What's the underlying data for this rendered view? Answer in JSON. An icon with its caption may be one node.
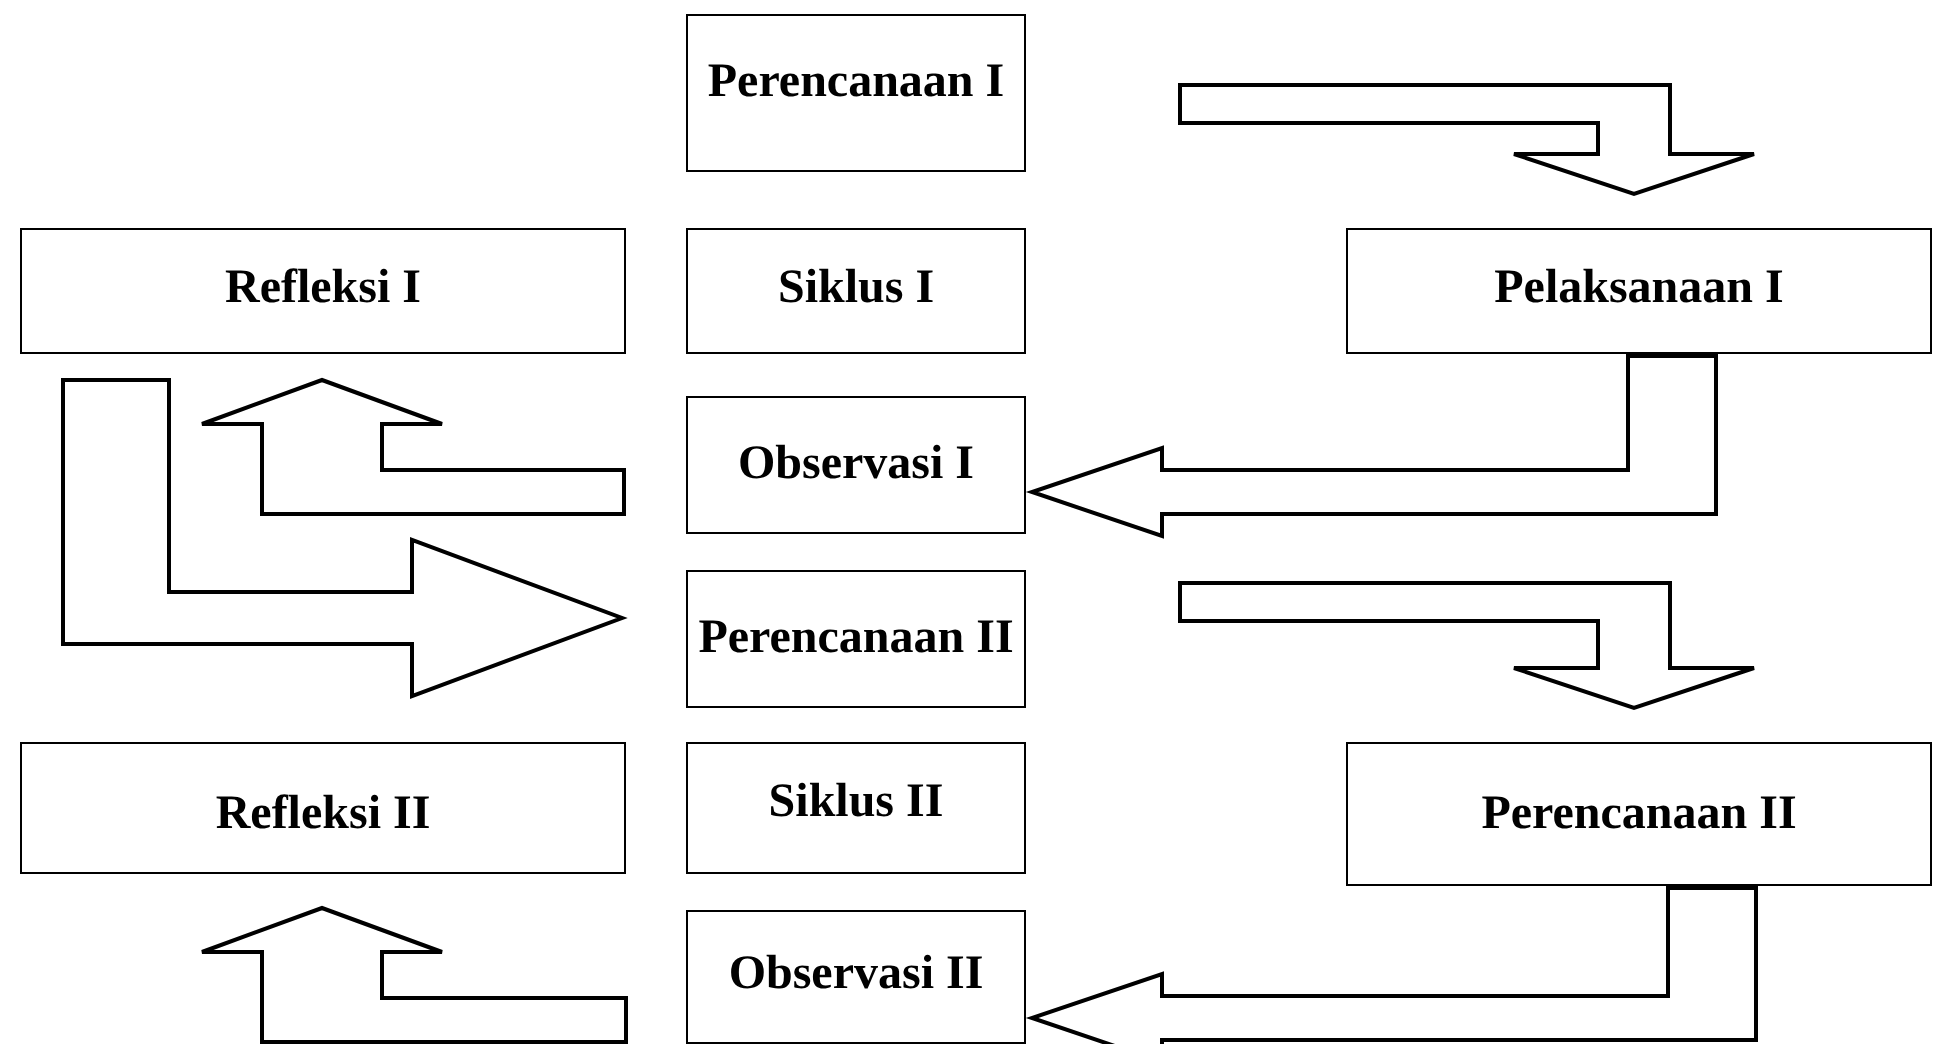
{
  "diagram": {
    "nodes": [
      {
        "text": [
          "Perencanaan I"
        ]
      },
      {
        "text": [
          "Refleksi I"
        ]
      },
      {
        "text": [
          "Siklus I"
        ]
      },
      {
        "text": [
          "Pelaksanaan I"
        ]
      },
      {
        "text": [
          "Observasi I"
        ]
      },
      {
        "text": [
          "Perencanaan II"
        ]
      },
      {
        "text": [
          "Refleksi II"
        ]
      },
      {
        "text": [
          "Siklus II"
        ]
      },
      {
        "text": [
          "Perencanaan II"
        ]
      },
      {
        "text": [
          "Observasi II"
        ]
      }
    ],
    "edges": [
      {
        "from": 0,
        "to": 3,
        "arrow": "to"
      },
      {
        "from": 3,
        "to": 4,
        "arrow": "to"
      },
      {
        "from": 4,
        "to": 1,
        "arrow": "to"
      },
      {
        "from": 1,
        "to": 5,
        "arrow": "to"
      },
      {
        "from": 5,
        "to": 8,
        "arrow": "to"
      },
      {
        "from": 8,
        "to": 9,
        "arrow": "to"
      },
      {
        "from": 9,
        "to": 6,
        "arrow": "to"
      }
    ]
  }
}
